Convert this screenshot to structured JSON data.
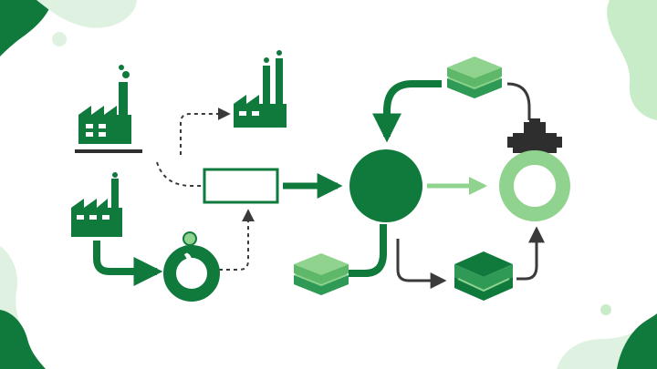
{
  "colors": {
    "dark_green": "#0f7a3c",
    "mid_green": "#2f9a55",
    "light_green": "#8fd38e",
    "pale_green": "#dff2e1",
    "gray": "#3a3a3a",
    "dark_gray": "#2e2e2e"
  },
  "nodes": [
    {
      "id": "factory-top-left",
      "icon": "factory-icon"
    },
    {
      "id": "factory-top-right",
      "icon": "factory-icon"
    },
    {
      "id": "factory-bottom-left",
      "icon": "factory-icon"
    },
    {
      "id": "recycle-donut",
      "icon": "recycle-person-icon"
    },
    {
      "id": "process-box",
      "icon": "rectangle-outline"
    },
    {
      "id": "central-hub",
      "icon": "filled-circle"
    },
    {
      "id": "output-ring",
      "icon": "ring-icon"
    },
    {
      "id": "storage-top",
      "icon": "layered-stack-icon"
    },
    {
      "id": "storage-bottom-left",
      "icon": "layered-stack-icon"
    },
    {
      "id": "storage-bottom-right",
      "icon": "layered-stack-icon"
    },
    {
      "id": "tank",
      "icon": "tank-icon"
    }
  ],
  "connectors": [
    {
      "from": "factory-top-left",
      "to": "factory-top-right",
      "style": "dashed"
    },
    {
      "from": "factory-top-left",
      "to": "process-box",
      "style": "dashed"
    },
    {
      "from": "factory-bottom-left",
      "to": "recycle-donut",
      "style": "solid-thick"
    },
    {
      "from": "recycle-donut",
      "to": "process-box",
      "style": "dashed"
    },
    {
      "from": "process-box",
      "to": "central-hub",
      "style": "solid-thick"
    },
    {
      "from": "central-hub",
      "to": "storage-top",
      "style": "solid-thick-curved"
    },
    {
      "from": "storage-top",
      "to": "central-hub",
      "style": "solid-thick-curved"
    },
    {
      "from": "central-hub",
      "to": "output-ring",
      "style": "solid-light"
    },
    {
      "from": "storage-bottom-left",
      "to": "central-hub",
      "style": "solid-thick-curved"
    },
    {
      "from": "central-hub",
      "to": "storage-bottom-right",
      "style": "solid-gray"
    },
    {
      "from": "storage-bottom-right",
      "to": "output-ring",
      "style": "solid-gray"
    },
    {
      "from": "storage-top",
      "to": "tank",
      "style": "solid-gray"
    }
  ]
}
